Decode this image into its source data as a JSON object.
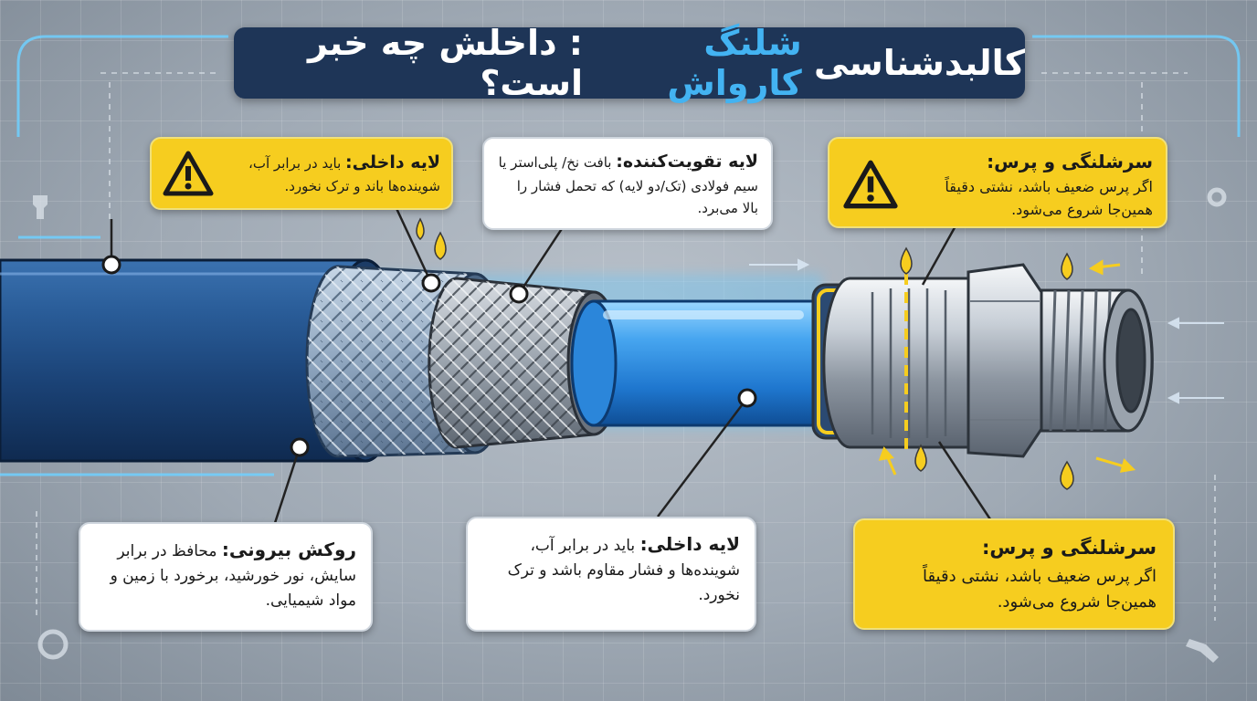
{
  "title": {
    "text_before": "کالبدشناسی",
    "text_accent": "شلنگ کارواش",
    "text_after": ": داخلش چه خبر است؟"
  },
  "callouts": {
    "inner_top": {
      "heading": "لایه داخلی:",
      "body": "باید در برابر آب، شوینده‌ها باند و ترک نخورد."
    },
    "reinforcement": {
      "heading": "لایه تقویت‌کننده:",
      "body": "بافت نخ/ پلی‌استر یا سیم فولادی (تک/دو لایه) که تحمل فشار را بالا می‌برد."
    },
    "fitting_top": {
      "heading": "سرشلنگی و پرس:",
      "body": "اگر پرس ضعیف باشد، نشتی دقیقاً همین‌جا شروع می‌شود."
    },
    "outer_cover": {
      "heading": "روکش بیرونی:",
      "body": "محافظ در برابر سایش، نور خورشید، برخورد با زمین و مواد شیمیایی."
    },
    "inner_bottom": {
      "heading": "لایه داخلی:",
      "body": "باید در برابر آب، شوینده‌ها و فشار مقاوم باشد و ترک نخورد."
    },
    "fitting_bottom": {
      "heading": "سرشلنگی و پرس:",
      "body": "اگر پرس ضعیف باشد، نشتی دقیقاً همین‌جا شروع می‌شود."
    }
  },
  "icons": [
    "warning-icon",
    "wrench-icon",
    "gear-icon",
    "droplet-icon"
  ],
  "colors": {
    "title_bg": "#1e3557",
    "title_accent": "#43b3f2",
    "callout_yellow": "#f6cd1f",
    "hose_blue": "#1f4f86",
    "inner_tube": "#3a96e8",
    "glow": "#5ec8ff"
  }
}
